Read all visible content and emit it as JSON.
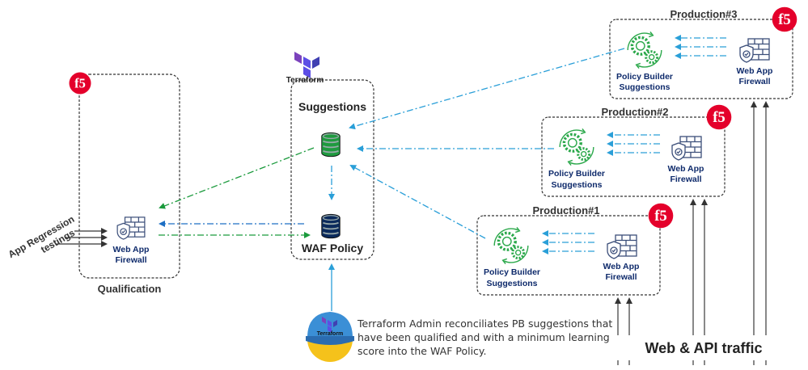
{
  "diagram": {
    "qualification": {
      "title": "Qualification",
      "waf_label_line1": "Web App",
      "waf_label_line2": "Firewall",
      "vendor_logo": "f5"
    },
    "regression": {
      "label_line1": "App Regression",
      "label_line2": "testings"
    },
    "terraform": {
      "logo_text": "Terraform",
      "suggestions_title": "Suggestions",
      "waf_policy_title": "WAF Policy"
    },
    "productions": [
      {
        "title": "Production#3",
        "pb_line1": "Policy Builder",
        "pb_line2": "Suggestions",
        "waf_line1": "Web App",
        "waf_line2": "Firewall",
        "vendor_logo": "f5"
      },
      {
        "title": "Production#2",
        "pb_line1": "Policy Builder",
        "pb_line2": "Suggestions",
        "waf_line1": "Web App",
        "waf_line2": "Firewall",
        "vendor_logo": "f5"
      },
      {
        "title": "Production#1",
        "pb_line1": "Policy Builder",
        "pb_line2": "Suggestions",
        "waf_line1": "Web App",
        "waf_line2": "Firewall",
        "vendor_logo": "f5"
      }
    ],
    "admin": {
      "cap_text": "Terraform",
      "note_line1": "Terraform Admin reconciliates PB suggestions  that",
      "note_line2": "have been qualified  and with a minimum learning",
      "note_line3": "score into the WAF Policy."
    },
    "traffic": {
      "label": "Web & API traffic"
    },
    "colors": {
      "f5_red": "#e4002b",
      "terraform_purple": "#5c4ee5",
      "flow_blue": "#2a9fd8",
      "flow_green": "#1a9a3c",
      "db_green": "#1f9a3f",
      "db_navy": "#0b2a5c",
      "gear_green": "#2aa84a",
      "text_navy": "#0e2a6b"
    }
  }
}
